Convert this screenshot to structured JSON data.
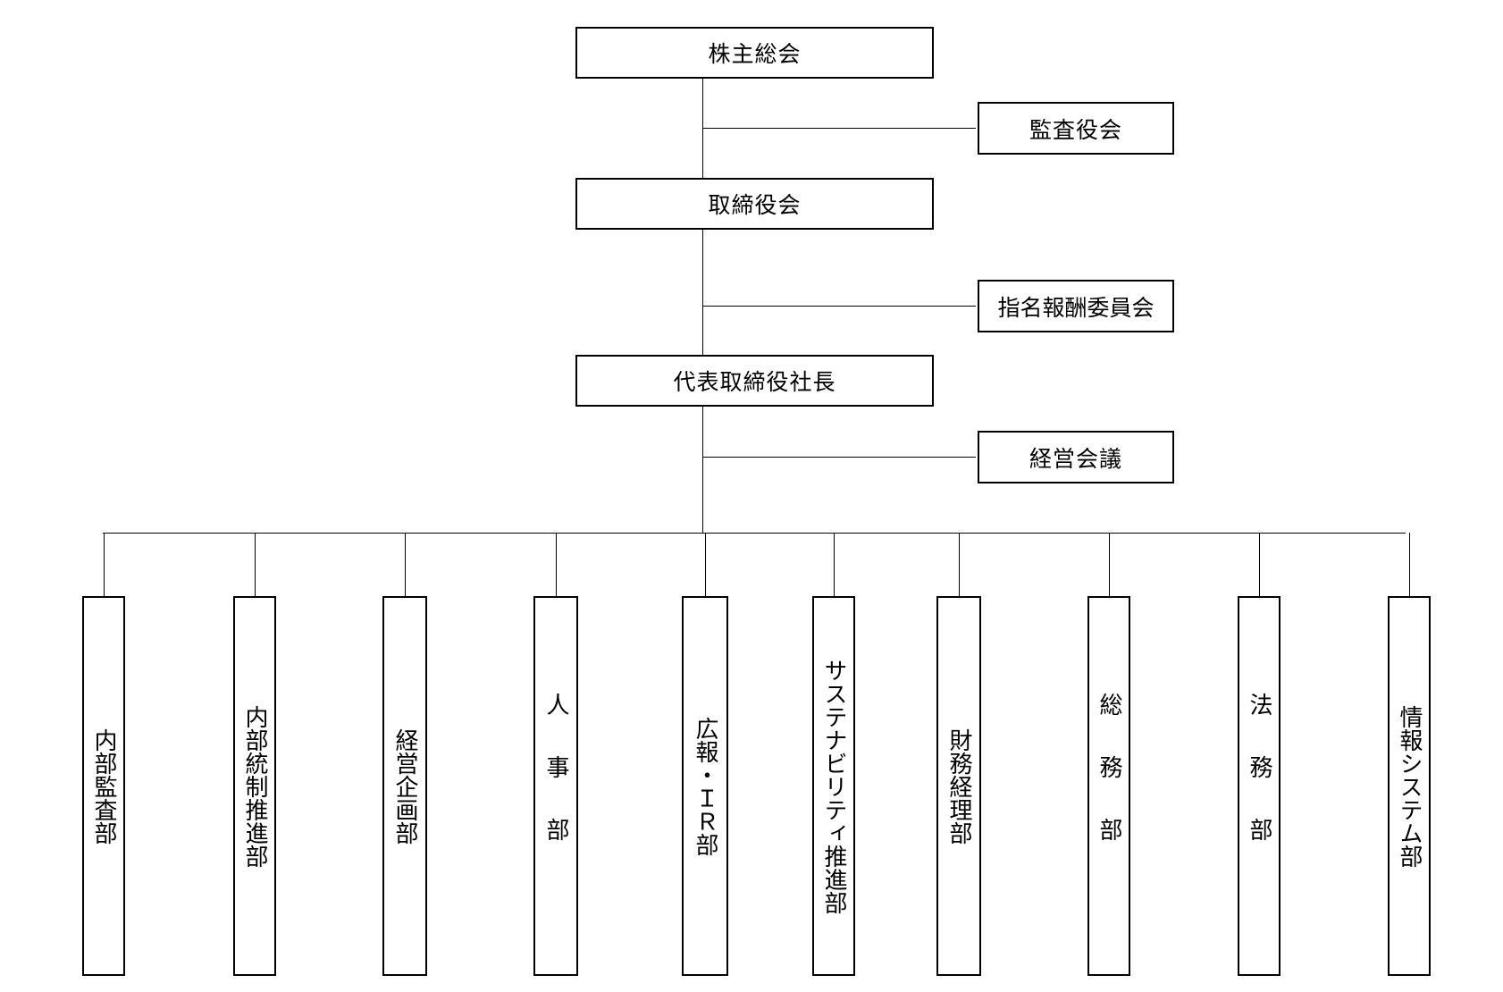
{
  "top_chain": [
    {
      "id": "shareholders_meeting",
      "label": "株主総会"
    },
    {
      "id": "board_of_directors",
      "label": "取締役会"
    },
    {
      "id": "president",
      "label": "代表取締役社長"
    }
  ],
  "side_boxes": [
    {
      "id": "audit_board",
      "label": "監査役会"
    },
    {
      "id": "nomination_compensation_committee",
      "label": "指名報酬委員会"
    },
    {
      "id": "management_meeting",
      "label": "経営会議"
    }
  ],
  "departments": [
    {
      "id": "internal_audit",
      "label": "内部監査部",
      "spaced": false
    },
    {
      "id": "internal_control",
      "label": "内部統制推進部",
      "spaced": false
    },
    {
      "id": "corporate_planning",
      "label": "経営企画部",
      "spaced": false
    },
    {
      "id": "human_resources",
      "label": "人事部",
      "spaced": true
    },
    {
      "id": "pr_ir",
      "label": "広報・ＩＲ部",
      "spaced": false
    },
    {
      "id": "sustainability",
      "label": "サステナビリティ推進部",
      "spaced": false
    },
    {
      "id": "finance_accounting",
      "label": "財務経理部",
      "spaced": false
    },
    {
      "id": "general_affairs",
      "label": "総務部",
      "spaced": true
    },
    {
      "id": "legal",
      "label": "法務部",
      "spaced": true
    },
    {
      "id": "information_systems",
      "label": "情報システム部",
      "spaced": false
    }
  ]
}
